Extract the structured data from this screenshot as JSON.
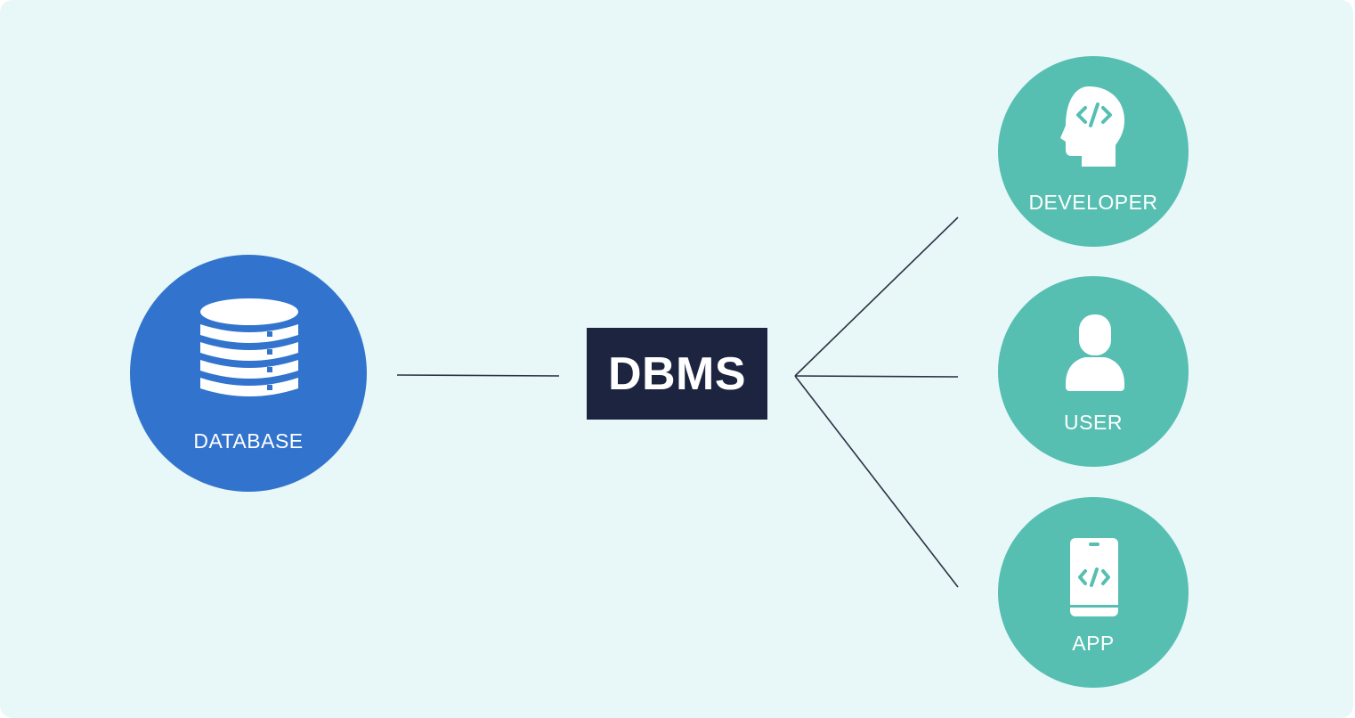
{
  "colors": {
    "background": "#e8f7f7",
    "database_node": "#3274cd",
    "client_node": "#56bfb2",
    "dbms_box": "#1d2440",
    "connector": "#2b3245",
    "text": "#ffffff"
  },
  "center": {
    "label": "DBMS"
  },
  "database": {
    "label": "DATABASE",
    "icon": "database-icon"
  },
  "clients": {
    "developer": {
      "label": "DEVELOPER",
      "icon": "developer-head-code-icon"
    },
    "user": {
      "label": "USER",
      "icon": "user-icon"
    },
    "app": {
      "label": "APP",
      "icon": "mobile-app-code-icon"
    }
  }
}
